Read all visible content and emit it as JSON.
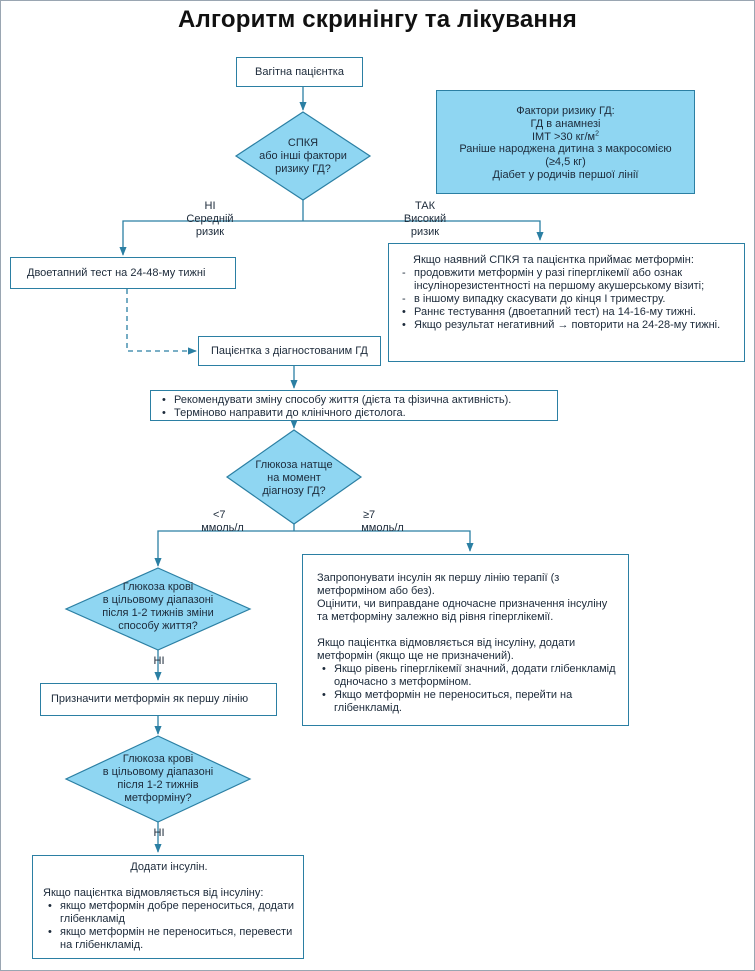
{
  "title": "Алгоритм скринінгу та лікування",
  "nodes": {
    "pregnant": "Вагітна пацієнтка",
    "pcos_decision": [
      "СПКЯ",
      "або інші фактори",
      "ризику ГД?"
    ],
    "risk_factors": {
      "title": "Фактори ризику ГД:",
      "items": [
        "ГД в анамнезі",
        "ІМТ >30 кг/м",
        "Раніше народжена дитина з макросомією",
        "(≥4,5 кг)",
        "Діабет у родичів першої лінії"
      ],
      "bmi_sup": "2"
    },
    "no_branch": [
      "НІ",
      "Середній",
      "ризик"
    ],
    "yes_branch": [
      "ТАК",
      "Високий",
      "ризик"
    ],
    "two_step_test": "Двоетапний тест на 24-48-му тижні",
    "metformin_box": {
      "intro": "Якщо наявний СПКЯ та пацієнтка приймає метформін:",
      "items": [
        "продовжити метформін у разі гіперглікемії або ознак інсулінорезистентності на першому акушерському візиті;",
        "в іншому випадку скасувати до кінця І триместру.",
        "Раннє тестування (двоетапний тест) на 14-16-му тижні.",
        "Якщо результат негативний → повторити на 24-28-му тижні."
      ]
    },
    "diagnosed": "Пацієнтка з діагностованим ГД",
    "lifestyle": [
      "Рекомендувати зміну способу життя (дієта та фізична активність).",
      "Терміново направити до клінічного дієтолога."
    ],
    "glucose_decision": [
      "Глюкоза натще",
      "на момент",
      "діагнозу ГД?"
    ],
    "lt7": [
      "<7",
      "ммоль/л"
    ],
    "ge7": [
      "≥7",
      "ммоль/л"
    ],
    "insulin_box": {
      "p1": "Запропонувати інсулін як першу лінію терапії (з метформіном або без).",
      "p2": "Оцінити, чи виправдане одночасне призначення інсуліну та метформіну залежно від рівня гіперглікемії.",
      "p3": "Якщо пацієнтка відмовляється від інсуліну, додати метформін (якщо ще не призначений).",
      "items": [
        "Якщо рівень гіперглікемії значний, додати глібенкламід одночасно з метформіном.",
        "Якщо метформін не переноситься, перейти на глібенкламід."
      ]
    },
    "glucose_lifestyle_decision": [
      "Глюкоза крові",
      "в цільовому діапазоні",
      "після 1-2 тижнів зміни",
      "способу життя?"
    ],
    "no1": "НІ",
    "metformin_first": "Призначити метформін як першу лінію",
    "glucose_metformin_decision": [
      "Глюкоза крові",
      "в цільовому діапазоні",
      "після 1-2 тижнів",
      "метформіну?"
    ],
    "no2": "НІ",
    "add_insulin": {
      "title": "Додати інсулін.",
      "intro": "Якщо пацієнтка відмовляється від інсуліну:",
      "items": [
        "якщо метформін добре переноситься, додати глібенкламід",
        "якщо метформін не переноситься, перевести на глібенкламід."
      ]
    }
  },
  "colors": {
    "diamond": "#8fd6f2",
    "stroke": "#2b7fa3",
    "risk_fill": "#8fd6f2"
  }
}
